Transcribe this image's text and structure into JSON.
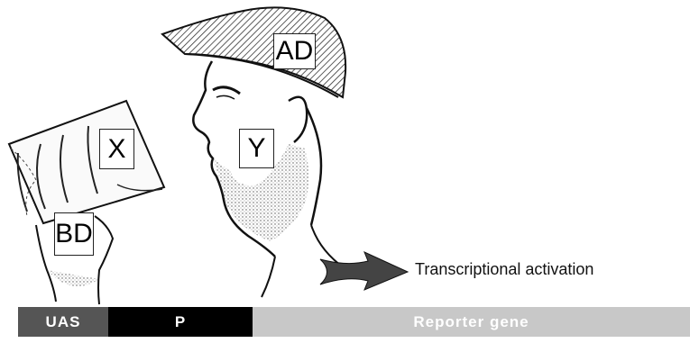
{
  "labels": {
    "ad": "AD",
    "x": "X",
    "y": "Y",
    "bd": "BD"
  },
  "arrow": {
    "caption": "Transcriptional activation"
  },
  "gene_bar": {
    "uas": "UAS",
    "promoter": "P",
    "reporter": "Reporter gene"
  },
  "colors": {
    "uas": "#555555",
    "promoter": "#000000",
    "reporter": "#c8c8c8",
    "arrow": "#444444"
  }
}
